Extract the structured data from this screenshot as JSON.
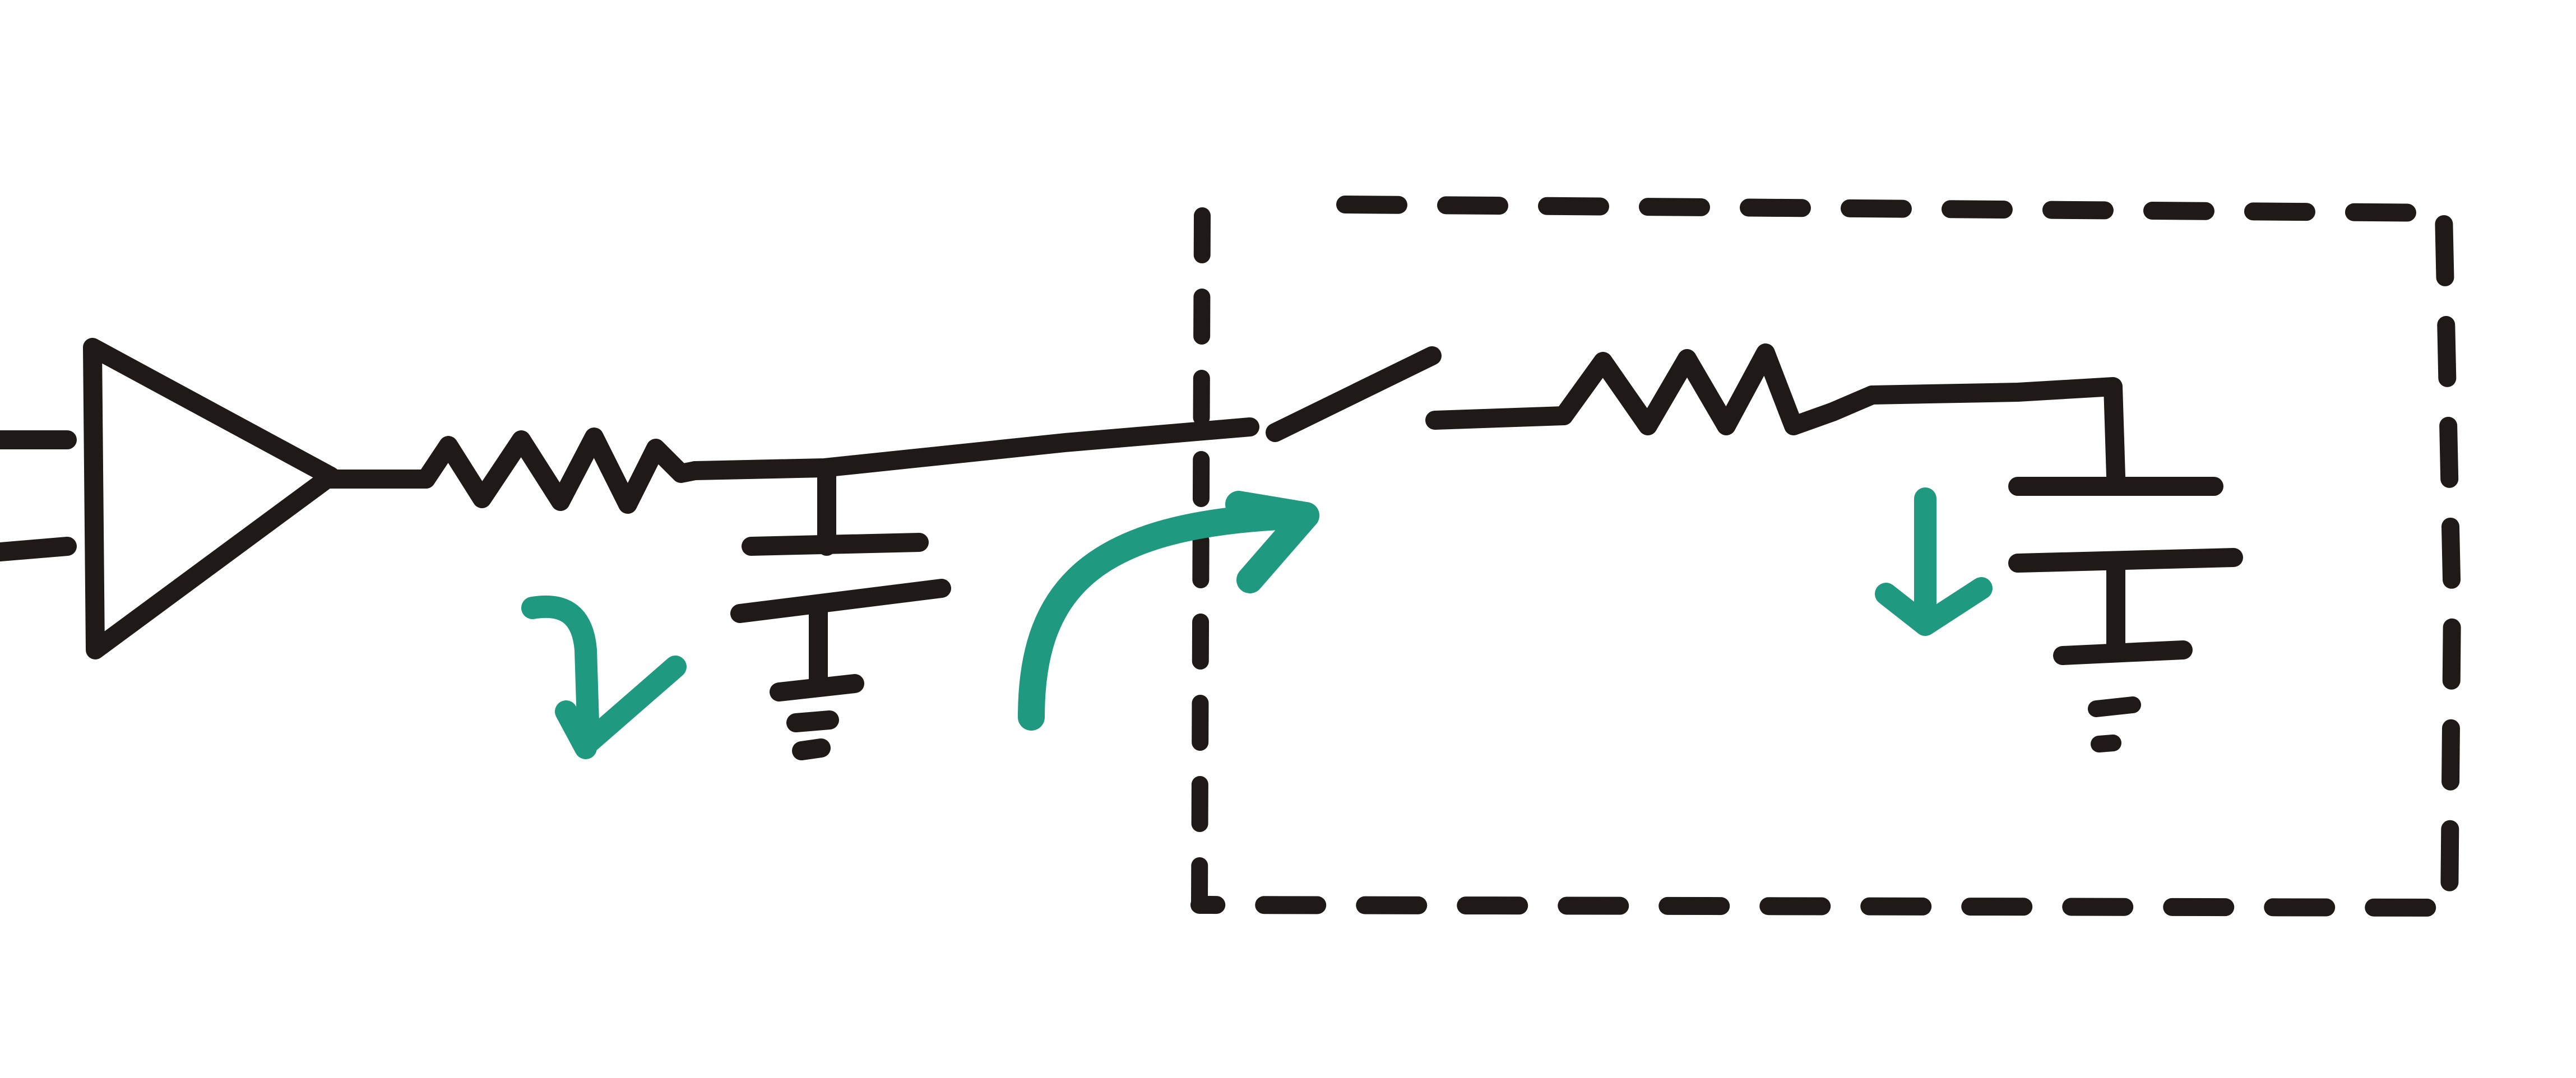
{
  "diagram": {
    "kind": "hand-drawn circuit sketch",
    "palette": {
      "ink": "#1f1a18",
      "arrow": "#1f9a80",
      "background": "#ffffff"
    },
    "components": [
      "input-lines",
      "buffer-triangle",
      "resistor-1",
      "capacitor-1",
      "ground-1",
      "wire-to-switch",
      "switch",
      "resistor-2",
      "capacitor-2",
      "ground-2",
      "dashed-boundary",
      "dashed-divider",
      "charge-arrow-1",
      "transfer-arrow",
      "charge-arrow-2"
    ]
  }
}
